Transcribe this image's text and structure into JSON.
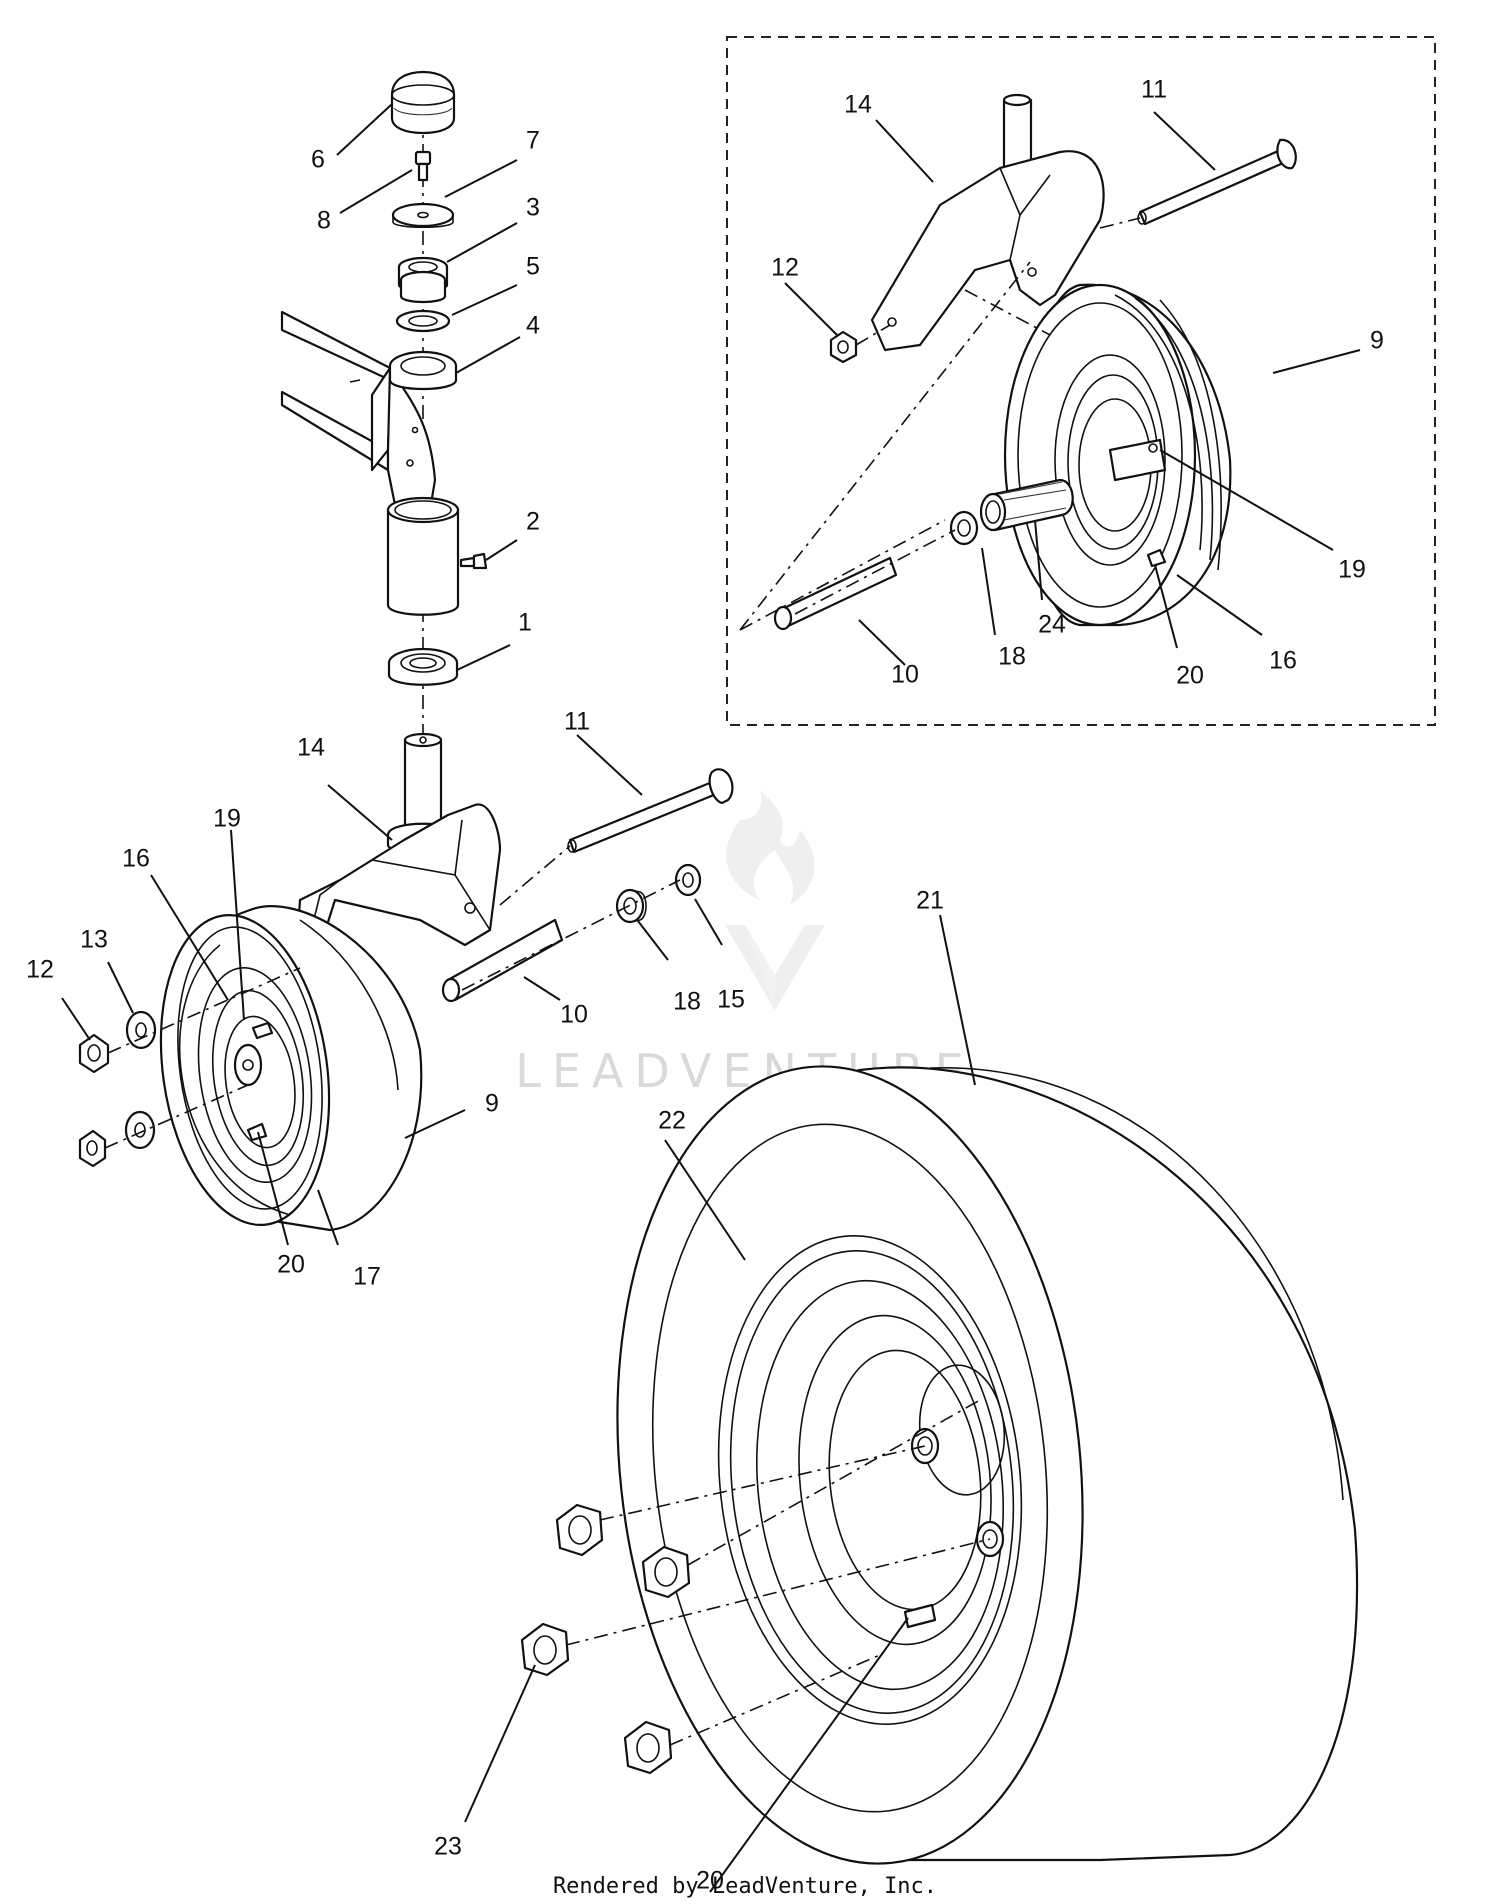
{
  "watermark": {
    "text": "LEADVENTURE",
    "color": "#d9d9d9"
  },
  "footer": {
    "credit": "Rendered by LeadVenture, Inc."
  },
  "labels": {
    "l1": "1",
    "l2": "2",
    "l3": "3",
    "l4": "4",
    "l5": "5",
    "l6": "6",
    "l7": "7",
    "l8": "8",
    "l9": "9",
    "l9_inset": "9",
    "l10": "10",
    "l10_inset": "10",
    "l11": "11",
    "l11_inset": "11",
    "l12": "12",
    "l12_inset": "12",
    "l13": "13",
    "l14": "14",
    "l14_inset": "14",
    "l15": "15",
    "l16": "16",
    "l16_inset": "16",
    "l17": "17",
    "l18": "18",
    "l18_inset": "18",
    "l19": "19",
    "l19_inset": "19",
    "l20": "20",
    "l20_inset": "20",
    "l20_rear": "20",
    "l21": "21",
    "l22": "22",
    "l23": "23",
    "l24": "24"
  }
}
